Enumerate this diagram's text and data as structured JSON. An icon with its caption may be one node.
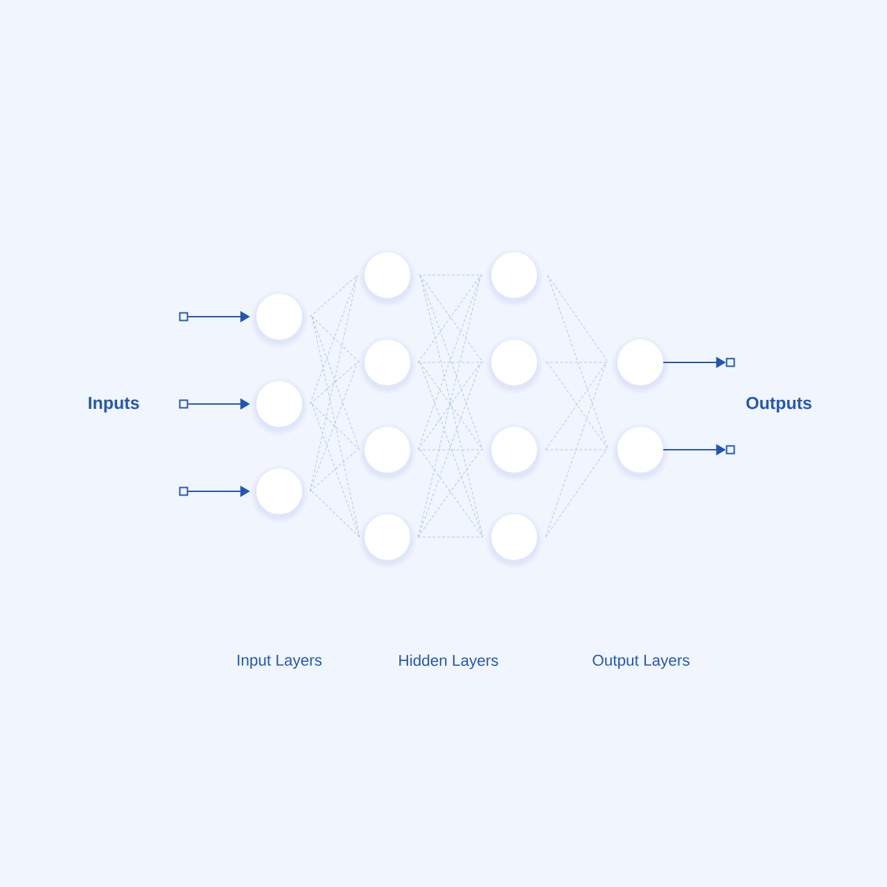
{
  "diagram": {
    "nodes": [
      {
        "text": [],
        "shape": "box"
      },
      {
        "text": [],
        "shape": "box"
      },
      {
        "text": [],
        "shape": "box"
      },
      {
        "text": [],
        "shape": "circle"
      },
      {
        "text": [],
        "shape": "circle"
      },
      {
        "text": [],
        "shape": "circle"
      },
      {
        "text": [],
        "shape": "circle"
      },
      {
        "text": [],
        "shape": "circle"
      },
      {
        "text": [],
        "shape": "circle"
      },
      {
        "text": [],
        "shape": "circle"
      },
      {
        "text": [],
        "shape": "circle"
      },
      {
        "text": [],
        "shape": "circle"
      },
      {
        "text": [],
        "shape": "circle"
      },
      {
        "text": [],
        "shape": "circle"
      },
      {
        "text": [],
        "shape": "circle"
      },
      {
        "text": [],
        "shape": "circle"
      },
      {
        "text": [],
        "shape": "box"
      },
      {
        "text": [],
        "shape": "box"
      }
    ],
    "edges": [
      {
        "from": 0,
        "to": 3,
        "arrow": "to",
        "color": "#2156b7"
      },
      {
        "from": 1,
        "to": 4,
        "arrow": "to",
        "color": "#2156b7"
      },
      {
        "from": 2,
        "to": 5,
        "arrow": "to",
        "color": "#2156b7"
      },
      {
        "from": 3,
        "to": 6,
        "arrow": "none",
        "style": "dashed"
      },
      {
        "from": 3,
        "to": 7,
        "arrow": "none",
        "style": "dashed"
      },
      {
        "from": 3,
        "to": 8,
        "arrow": "none",
        "style": "dashed"
      },
      {
        "from": 3,
        "to": 9,
        "arrow": "none",
        "style": "dashed"
      },
      {
        "from": 4,
        "to": 6,
        "arrow": "none",
        "style": "dashed"
      },
      {
        "from": 4,
        "to": 7,
        "arrow": "none",
        "style": "dashed"
      },
      {
        "from": 4,
        "to": 8,
        "arrow": "none",
        "style": "dashed"
      },
      {
        "from": 4,
        "to": 9,
        "arrow": "none",
        "style": "dashed"
      },
      {
        "from": 5,
        "to": 6,
        "arrow": "none",
        "style": "dashed"
      },
      {
        "from": 5,
        "to": 7,
        "arrow": "none",
        "style": "dashed"
      },
      {
        "from": 5,
        "to": 8,
        "arrow": "none",
        "style": "dashed"
      },
      {
        "from": 5,
        "to": 9,
        "arrow": "none",
        "style": "dashed"
      },
      {
        "from": 6,
        "to": 10,
        "arrow": "none",
        "style": "dashed"
      },
      {
        "from": 6,
        "to": 11,
        "arrow": "none",
        "style": "dashed"
      },
      {
        "from": 6,
        "to": 12,
        "arrow": "none",
        "style": "dashed"
      },
      {
        "from": 6,
        "to": 13,
        "arrow": "none",
        "style": "dashed"
      },
      {
        "from": 7,
        "to": 10,
        "arrow": "none",
        "style": "dashed"
      },
      {
        "from": 7,
        "to": 11,
        "arrow": "none",
        "style": "dashed"
      },
      {
        "from": 7,
        "to": 12,
        "arrow": "none",
        "style": "dashed"
      },
      {
        "from": 7,
        "to": 13,
        "arrow": "none",
        "style": "dashed"
      },
      {
        "from": 8,
        "to": 10,
        "arrow": "none",
        "style": "dashed"
      },
      {
        "from": 8,
        "to": 11,
        "arrow": "none",
        "style": "dashed"
      },
      {
        "from": 8,
        "to": 12,
        "arrow": "none",
        "style": "dashed"
      },
      {
        "from": 8,
        "to": 13,
        "arrow": "none",
        "style": "dashed"
      },
      {
        "from": 9,
        "to": 10,
        "arrow": "none",
        "style": "dashed"
      },
      {
        "from": 9,
        "to": 11,
        "arrow": "none",
        "style": "dashed"
      },
      {
        "from": 9,
        "to": 12,
        "arrow": "none",
        "style": "dashed"
      },
      {
        "from": 9,
        "to": 13,
        "arrow": "none",
        "style": "dashed"
      },
      {
        "from": 10,
        "to": 14,
        "arrow": "none",
        "style": "dashed"
      },
      {
        "from": 10,
        "to": 15,
        "arrow": "none",
        "style": "dashed"
      },
      {
        "from": 11,
        "to": 14,
        "arrow": "none",
        "style": "dashed"
      },
      {
        "from": 11,
        "to": 15,
        "arrow": "none",
        "style": "dashed"
      },
      {
        "from": 12,
        "to": 14,
        "arrow": "none",
        "style": "dashed"
      },
      {
        "from": 12,
        "to": 15,
        "arrow": "none",
        "style": "dashed"
      },
      {
        "from": 13,
        "to": 14,
        "arrow": "none",
        "style": "dashed"
      },
      {
        "from": 13,
        "to": 15,
        "arrow": "none",
        "style": "dashed"
      },
      {
        "from": 14,
        "to": 16,
        "arrow": "to",
        "color": "#2156b7"
      },
      {
        "from": 15,
        "to": 17,
        "arrow": "to",
        "color": "#2156b7"
      }
    ],
    "labels": [
      "Inputs",
      "Outputs",
      "Input Layers",
      "Hidden Layers",
      "Output Layers"
    ]
  }
}
